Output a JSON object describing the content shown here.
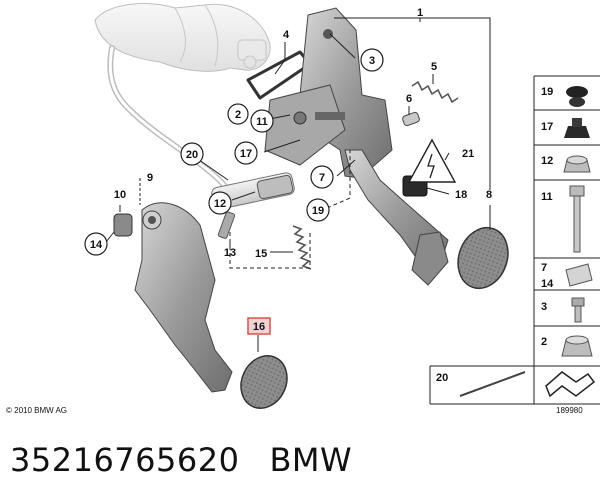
{
  "callouts": {
    "c1": "1",
    "c2": "2",
    "c3": "3",
    "c4": "4",
    "c5": "5",
    "c6": "6",
    "c7": "7",
    "c8": "8",
    "c9": "9",
    "c10": "10",
    "c11": "11",
    "c12": "12",
    "c13": "13",
    "c14": "14",
    "c15": "15",
    "c16": "16",
    "c17": "17",
    "c18": "18",
    "c19": "19",
    "c20": "20",
    "c21": "21"
  },
  "legend": {
    "l19": "19",
    "l17": "17",
    "l12": "12",
    "l11": "11",
    "l7": "7",
    "l14": "14",
    "l3": "3",
    "l2": "2",
    "l20": "20"
  },
  "footer": {
    "copyright": "© 2010 BMW AG",
    "reference": "189980"
  },
  "caption": {
    "part_number": "35216765620",
    "brand": "BMW"
  },
  "colors": {
    "highlight": "#d9534f",
    "part_gray": "#9a9a9a",
    "line": "#222222"
  }
}
